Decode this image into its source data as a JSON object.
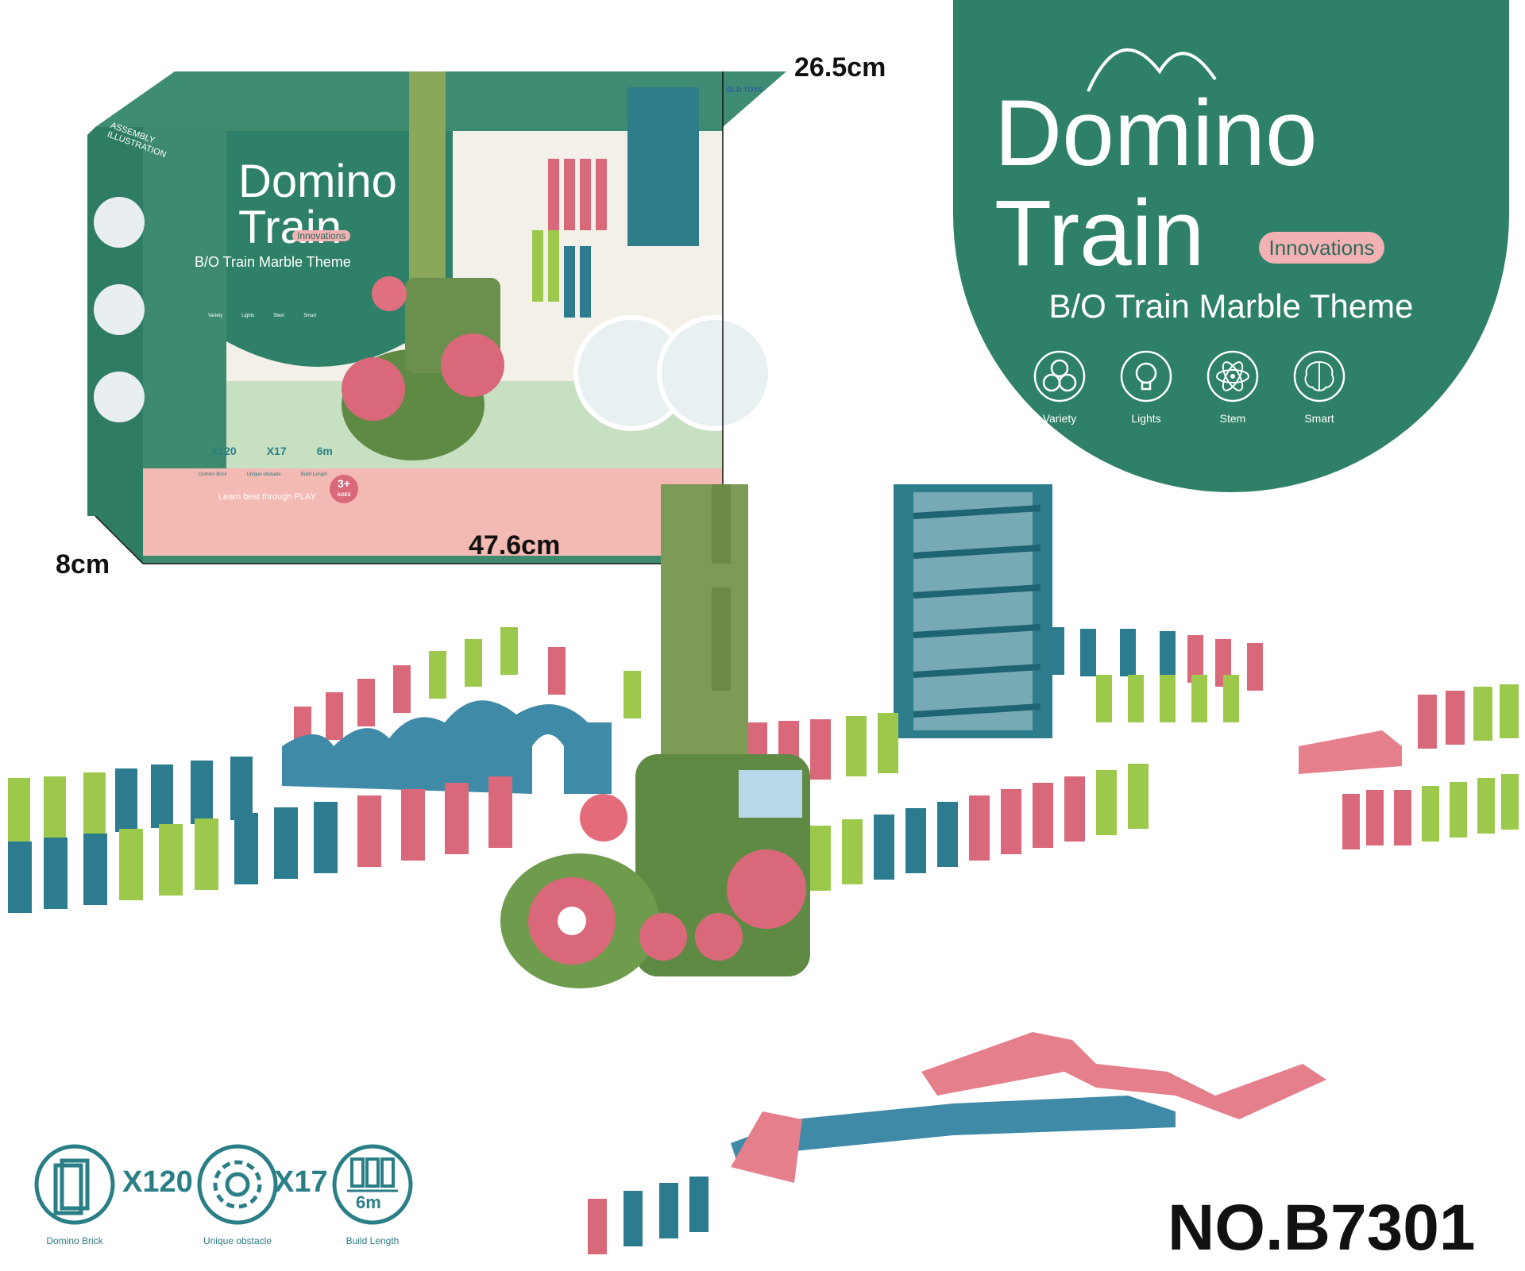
{
  "box": {
    "title_line1": "Domino",
    "title_line2": "Train",
    "badge": "Innovations",
    "subtitle": "B/O Train Marble Theme",
    "assembly_label": "ASSEMBLY ILLUSTRATION",
    "brand": "BLD TOYS",
    "features": [
      "Variety",
      "Lights",
      "Stem",
      "Smart"
    ],
    "counts": [
      "X120",
      "X17",
      "6m"
    ],
    "count_labels": [
      "Domino Brick",
      "Unique obstacle",
      "Build Length"
    ],
    "tagline": "Learn best through PLAY",
    "age": "3+",
    "age_label": "AGES"
  },
  "dimensions": {
    "height": "26.5cm",
    "width": "47.6cm",
    "depth": "8cm"
  },
  "title": {
    "line1": "Domino",
    "line2": "Train",
    "badge": "Innovations",
    "subtitle": "B/O Train Marble Theme",
    "features": [
      {
        "label": "Variety",
        "icon": "variety-icon"
      },
      {
        "label": "Lights",
        "icon": "lightbulb-icon"
      },
      {
        "label": "Stem",
        "icon": "atom-icon"
      },
      {
        "label": "Smart",
        "icon": "brain-icon"
      }
    ]
  },
  "stats": [
    {
      "count": "X120",
      "label": "Domino Brick",
      "icon": "domino-brick-icon"
    },
    {
      "count": "X17",
      "label": "Unique obstacle",
      "icon": "gear-icon"
    },
    {
      "count": "6m",
      "label": "Build Length",
      "icon": "build-length-icon"
    }
  ],
  "model_number": "NO.B7301",
  "colors": {
    "brand_green": "#2e8068",
    "domino_green": "#9cc94b",
    "domino_teal": "#2d7b8e",
    "domino_pink": "#d9697a",
    "train_green": "#5f8a44"
  }
}
